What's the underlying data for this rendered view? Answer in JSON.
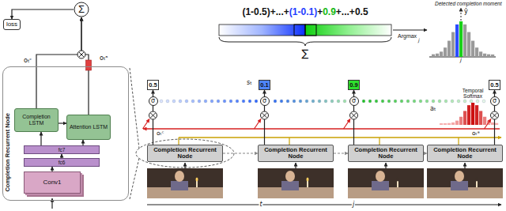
{
  "diagram": {
    "nodes": [
      {
        "text": [
          "loss"
        ]
      },
      {
        "text": [
          "Σ"
        ]
      },
      {
        "text": [
          "Completion Recurrent Node"
        ]
      },
      {
        "text": [
          "Completion LSTM"
        ],
        "in": 2
      },
      {
        "text": [
          "Attention LSTM"
        ],
        "in": 2
      },
      {
        "text": [
          "fc7"
        ],
        "in": 2
      },
      {
        "text": [
          "fc6"
        ],
        "in": 2
      },
      {
        "text": [
          "Conv1"
        ],
        "in": 2
      },
      {
        "text": [
          "Completion Recurrent Node"
        ]
      },
      {
        "text": [
          "Completion Recurrent Node"
        ]
      },
      {
        "text": [
          "Completion Recurrent Node"
        ]
      },
      {
        "text": [
          "Completion Recurrent Node"
        ]
      },
      {
        "text": [
          "0.5"
        ]
      },
      {
        "text": [
          "0.1"
        ]
      },
      {
        "text": [
          "0.9"
        ]
      },
      {
        "text": [
          "0.5"
        ]
      }
    ],
    "edges": [
      {
        "from": 1,
        "to": 0,
        "arrow": "to"
      },
      {
        "from": 3,
        "to": 1,
        "arrow": "to"
      },
      {
        "from": 4,
        "to": 1,
        "arrow": "to"
      },
      {
        "from": 3,
        "to": 4,
        "arrow": "to"
      },
      {
        "from": 5,
        "to": 3,
        "arrow": "to"
      },
      {
        "from": 5,
        "to": 4,
        "arrow": "to"
      },
      {
        "from": 6,
        "to": 5,
        "arrow": "to"
      },
      {
        "from": 7,
        "to": 6,
        "arrow": "to"
      },
      {
        "from": 8,
        "to": 9,
        "arrow": "to"
      },
      {
        "from": 9,
        "to": 10,
        "arrow": "to"
      },
      {
        "from": 10,
        "to": 11,
        "arrow": "to"
      },
      {
        "from": 8,
        "to": 12,
        "arrow": "to"
      },
      {
        "from": 9,
        "to": 13,
        "arrow": "to"
      },
      {
        "from": 10,
        "to": 14,
        "arrow": "to"
      },
      {
        "from": 11,
        "to": 15,
        "arrow": "to"
      }
    ],
    "labels": [
      "oₜᶜ",
      "oₜᵃ",
      "(1-0.5)+...+",
      "(1-0.1)",
      "+",
      "0.9",
      "+...+0.5",
      "∑",
      "Argmax",
      "j",
      "Detected completion moment",
      "ŷ",
      "j",
      "σ",
      "σ",
      "σ",
      "σ",
      "sₜ",
      "Temporal Softmax",
      "aₜ",
      "oₜᶜ",
      "oₜᵃ",
      "t",
      "j"
    ]
  }
}
